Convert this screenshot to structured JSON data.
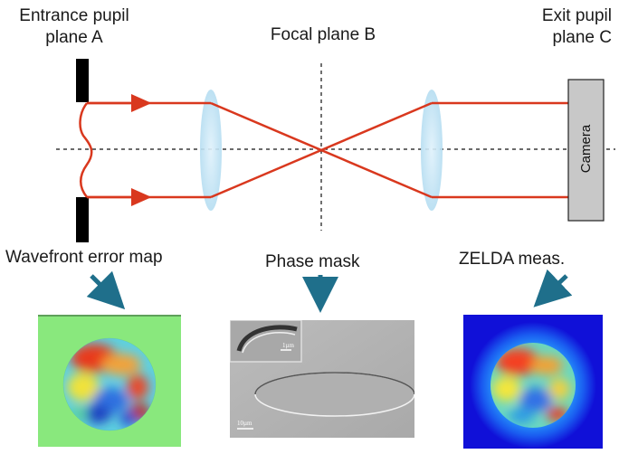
{
  "labels": {
    "entrance_pupil_line1": "Entrance pupil",
    "entrance_pupil_line2": "plane A",
    "focal_plane": "Focal plane B",
    "exit_pupil_line1": "Exit pupil",
    "exit_pupil_line2": "plane C",
    "camera": "Camera",
    "wavefront_map": "Wavefront error map",
    "phase_mask": "Phase mask",
    "zelda_meas": "ZELDA meas.",
    "scale_inset": "1µm",
    "scale_main": "10µm"
  },
  "colors": {
    "beam": "#d9381e",
    "lens": "#bfe3f4",
    "arrow": "#1f6f8b",
    "camera_fill": "#c8c8c8",
    "stop": "#000000"
  }
}
